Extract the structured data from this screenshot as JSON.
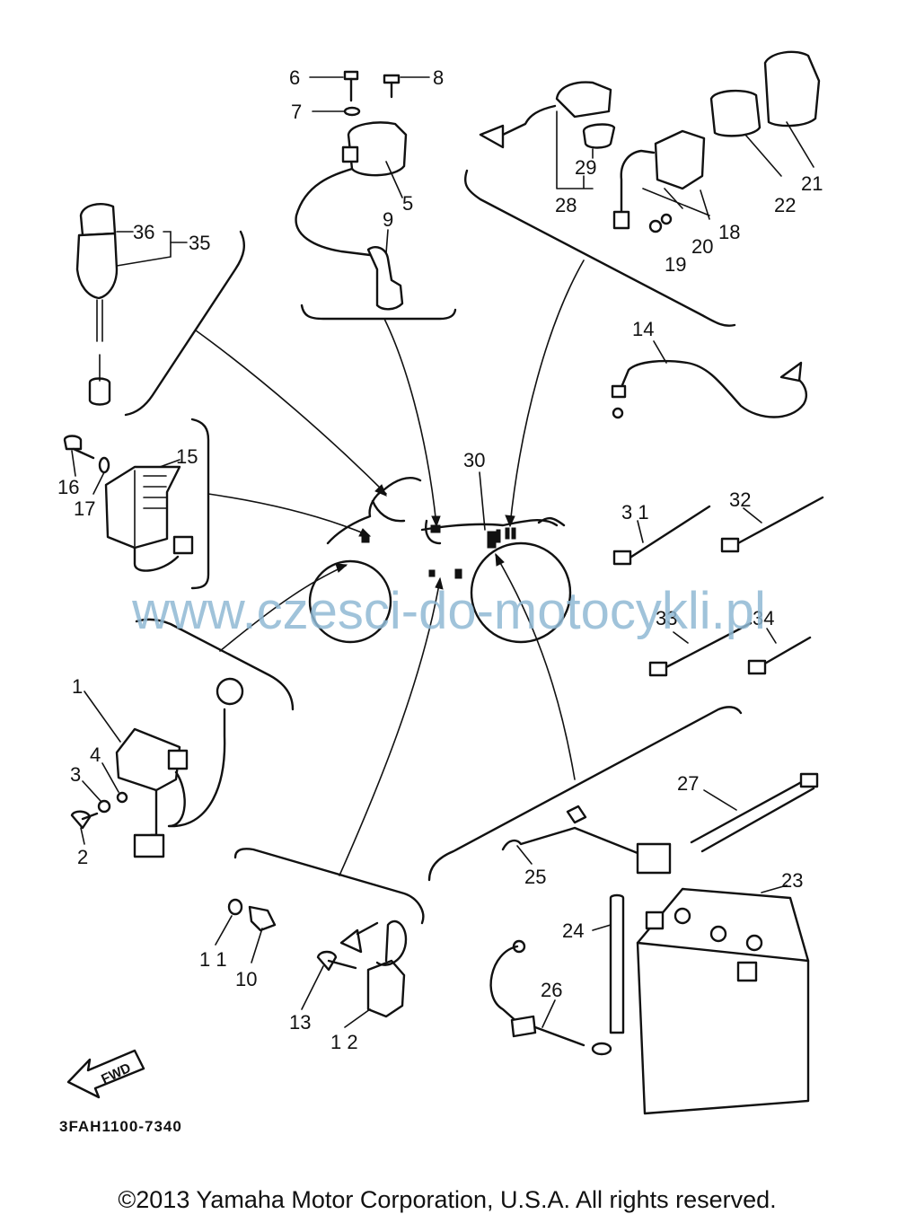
{
  "diagram": {
    "callouts": [
      {
        "id": "c1",
        "text": "1"
      },
      {
        "id": "c2",
        "text": "2"
      },
      {
        "id": "c3",
        "text": "3"
      },
      {
        "id": "c4",
        "text": "4"
      },
      {
        "id": "c5",
        "text": "5"
      },
      {
        "id": "c6",
        "text": "6"
      },
      {
        "id": "c7",
        "text": "7"
      },
      {
        "id": "c8",
        "text": "8"
      },
      {
        "id": "c9",
        "text": "9"
      },
      {
        "id": "c10",
        "text": "10"
      },
      {
        "id": "c11",
        "text": "1 1"
      },
      {
        "id": "c12",
        "text": "1 2"
      },
      {
        "id": "c13",
        "text": "13"
      },
      {
        "id": "c14",
        "text": "14"
      },
      {
        "id": "c15",
        "text": "15"
      },
      {
        "id": "c16",
        "text": "16"
      },
      {
        "id": "c17",
        "text": "17"
      },
      {
        "id": "c18",
        "text": "18"
      },
      {
        "id": "c19",
        "text": "19"
      },
      {
        "id": "c20",
        "text": "20"
      },
      {
        "id": "c21",
        "text": "21"
      },
      {
        "id": "c22",
        "text": "22"
      },
      {
        "id": "c23",
        "text": "23"
      },
      {
        "id": "c24",
        "text": "24"
      },
      {
        "id": "c25",
        "text": "25"
      },
      {
        "id": "c26",
        "text": "26"
      },
      {
        "id": "c27",
        "text": "27"
      },
      {
        "id": "c28",
        "text": "28"
      },
      {
        "id": "c29",
        "text": "29"
      },
      {
        "id": "c30",
        "text": "30"
      },
      {
        "id": "c31",
        "text": "3 1"
      },
      {
        "id": "c32",
        "text": "32"
      },
      {
        "id": "c33",
        "text": "33"
      },
      {
        "id": "c34",
        "text": "34"
      },
      {
        "id": "c35",
        "text": "35"
      },
      {
        "id": "c36",
        "text": "36"
      }
    ],
    "forward_label": "FWD",
    "reference_code": "3FAH1100-7340"
  },
  "watermark": "www.czesci-do-motocykli.pl",
  "copyright": "©2013 Yamaha Motor Corporation, U.S.A. All rights reserved."
}
